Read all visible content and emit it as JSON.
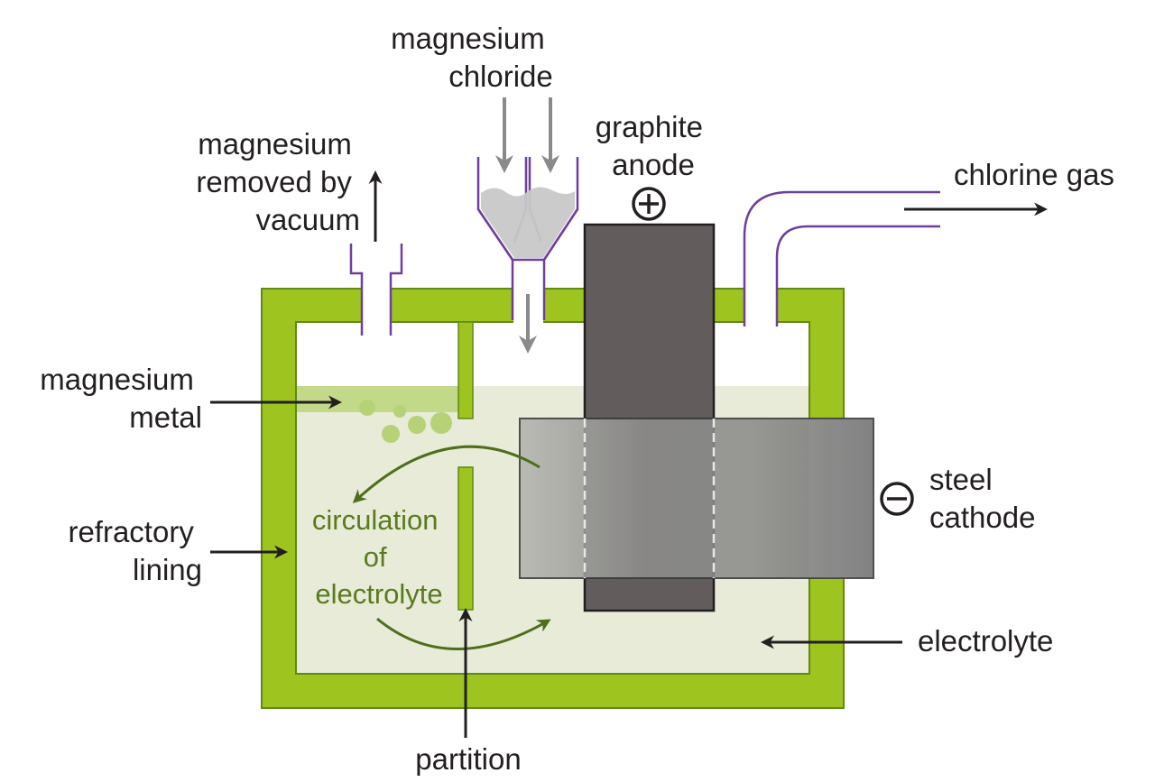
{
  "labels": {
    "magnesium_chloride": [
      "magnesium",
      "chloride"
    ],
    "graphite_anode": [
      "graphite",
      "anode"
    ],
    "magnesium_removed": [
      "magnesium",
      "removed by",
      "vacuum"
    ],
    "chlorine_gas": "chlorine gas",
    "magnesium_metal": [
      "magnesium",
      "metal"
    ],
    "steel_cathode": [
      "steel",
      "cathode"
    ],
    "refractory_lining": [
      "refractory",
      "lining"
    ],
    "circulation": [
      "circulation",
      "of",
      "electrolyte"
    ],
    "electrolyte": "electrolyte",
    "partition": "partition"
  },
  "symbols": {
    "anode_sign": "plus-in-circle",
    "cathode_sign": "minus-in-circle"
  },
  "colors": {
    "cell_wall": "#9dc41f",
    "cell_wall_outline": "#5e8a15",
    "electrolyte": "#e7ebd8",
    "magnesium_layer": "#c2d98a",
    "anode": "#625c5d",
    "cathode": "#8a8a8a",
    "tubes": "#6f3f9c",
    "feed_arrows": "#8a8a8a",
    "circulation_arrows": "#4f6e1a",
    "text": "#231f20"
  }
}
